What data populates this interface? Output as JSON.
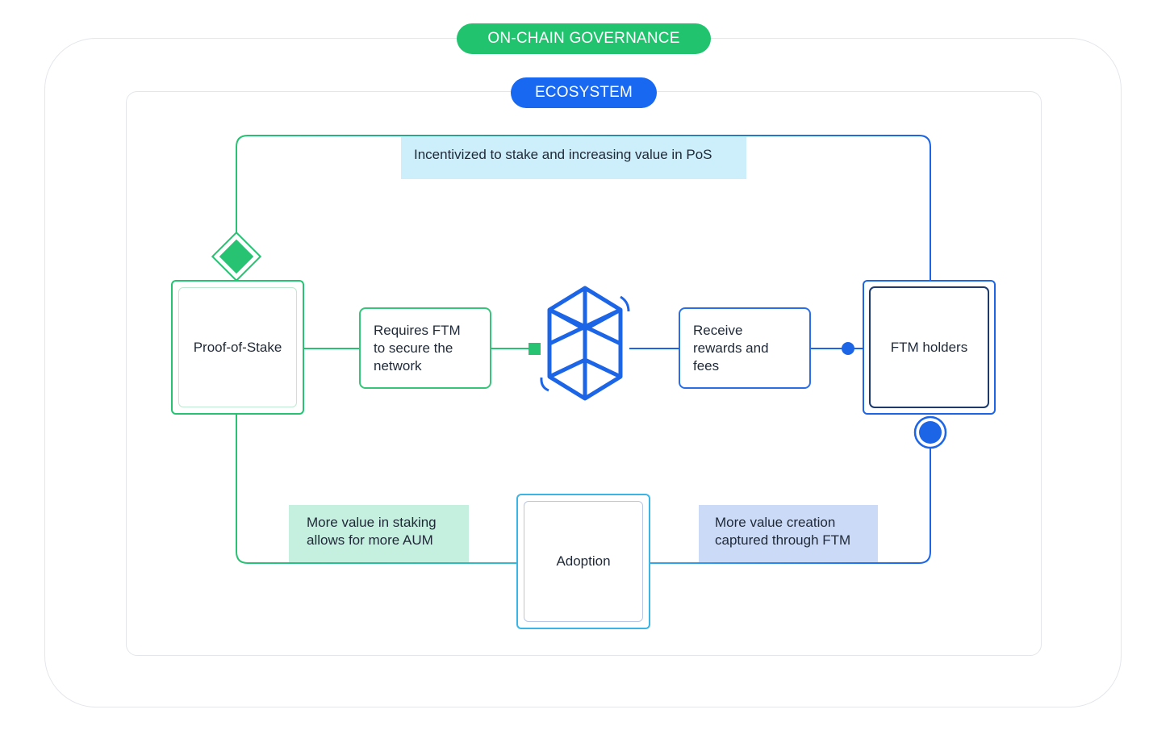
{
  "governance_label": "ON-CHAIN GOVERNANCE",
  "ecosystem_label": "ECOSYSTEM",
  "nodes": {
    "proof_of_stake": "Proof-of-Stake",
    "ftm_holders": "FTM holders",
    "adoption": "Adoption"
  },
  "boxes": {
    "requires_ftm": [
      "Requires FTM",
      "to secure the",
      "network"
    ],
    "receive_rewards": [
      "Receive",
      "rewards and",
      "fees"
    ]
  },
  "labels": {
    "top": "Incentivized to stake and increasing value in PoS",
    "bottom_left": [
      "More value in staking",
      "allows for more AUM"
    ],
    "bottom_right": [
      "More value creation",
      "captured through FTM"
    ]
  },
  "colors": {
    "green": "#27c272",
    "blue": "#1c65e6",
    "cyan": "#3bb5e6"
  },
  "icons": {
    "center": "fantom-logo-icon"
  }
}
